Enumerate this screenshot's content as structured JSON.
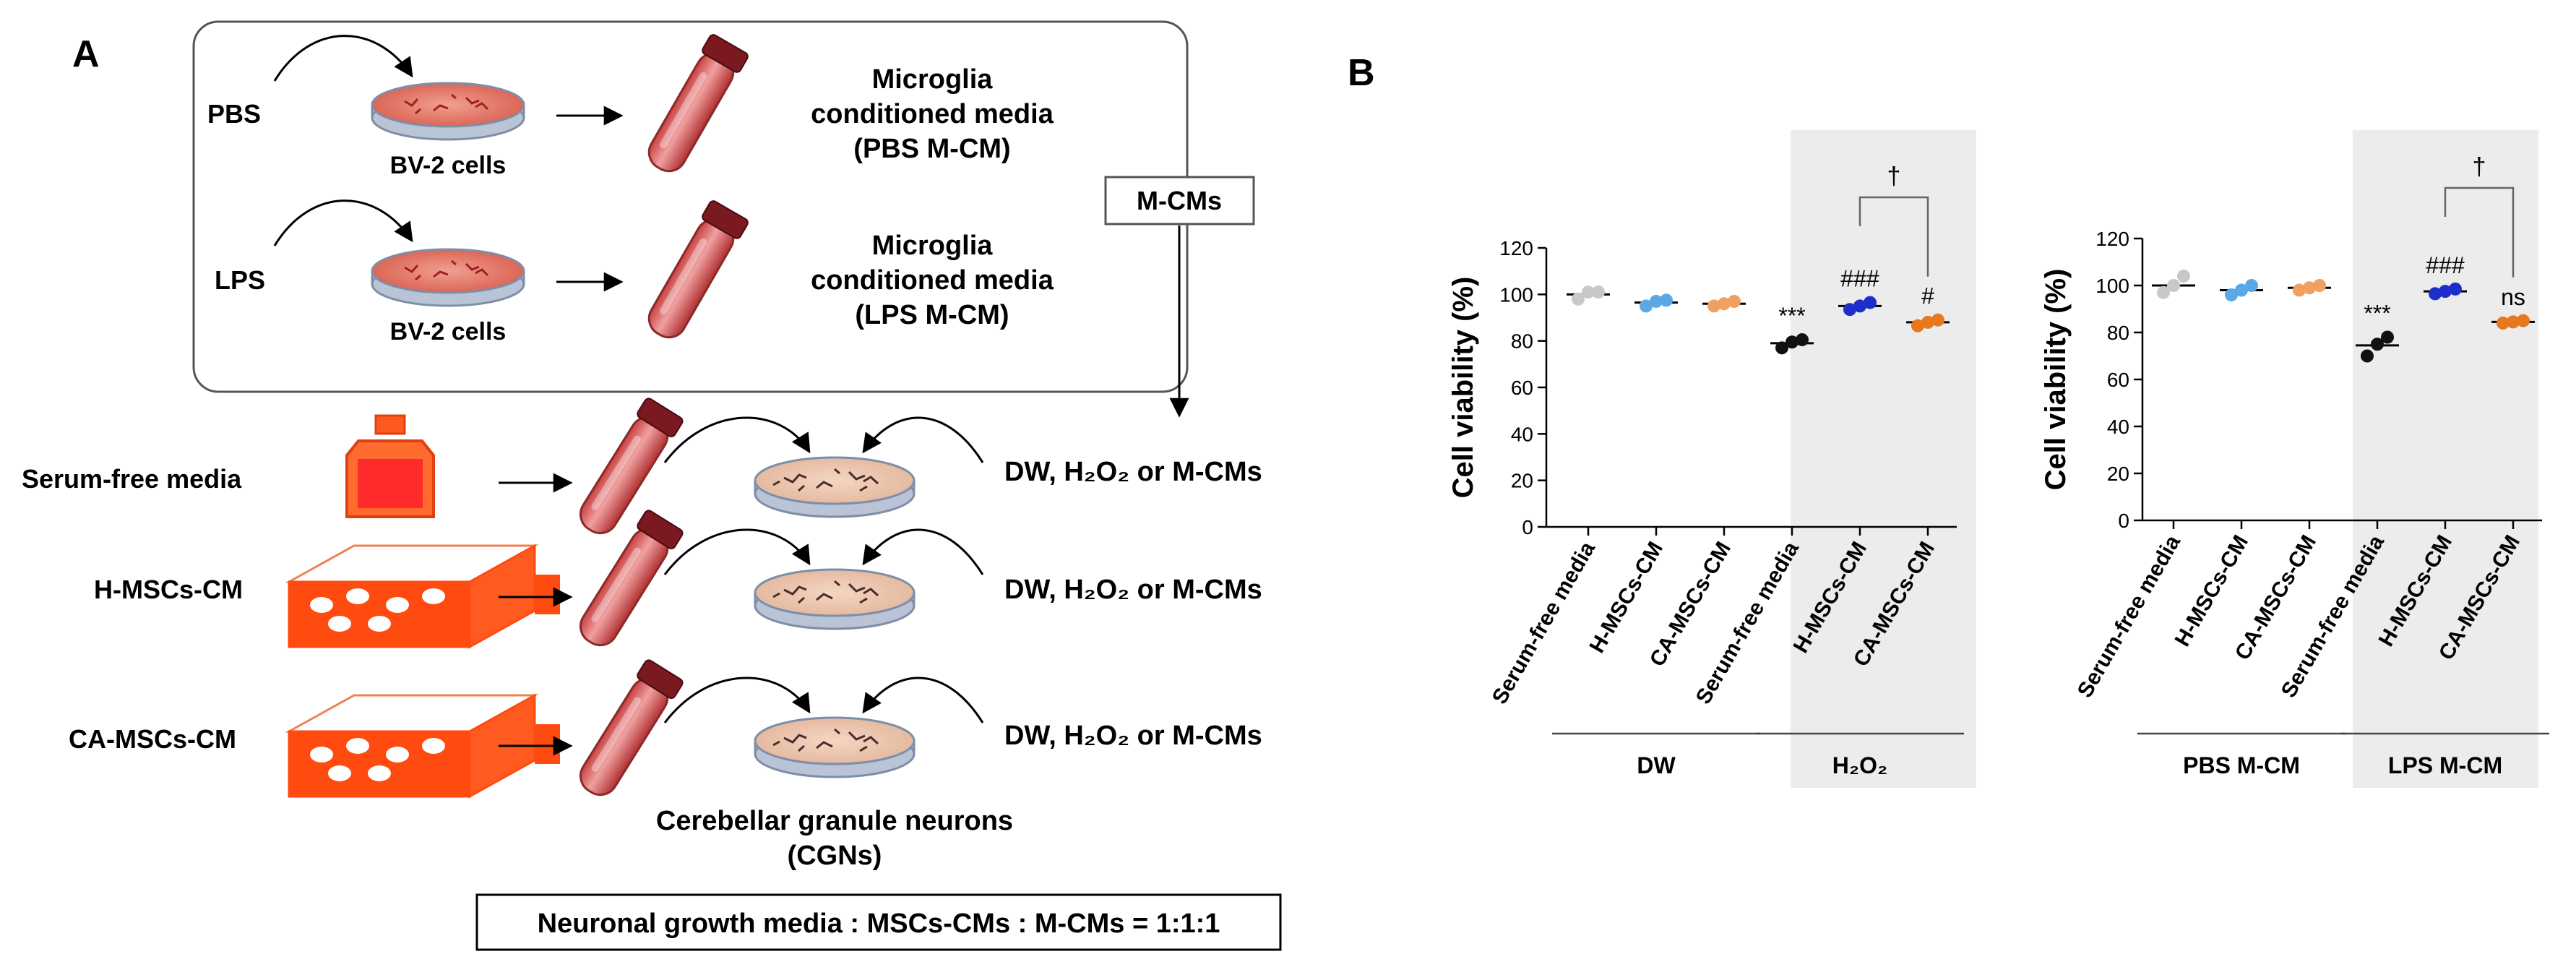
{
  "panel_a": {
    "label": "A",
    "pbs_label": "PBS",
    "lps_label": "LPS",
    "bv2_label_1": "BV-2 cells",
    "bv2_label_2": "BV-2 cells",
    "mcm_pbs_line1": "Microglia",
    "mcm_pbs_line2": "conditioned media",
    "mcm_pbs_line3": "(PBS M-CM)",
    "mcm_lps_line1": "Microglia",
    "mcm_lps_line2": "conditioned media",
    "mcm_lps_line3": "(LPS M-CM)",
    "mcms_box": "M-CMs",
    "rows": [
      {
        "label": "Serum-free media",
        "treatment": "DW, H₂O₂ or M-CMs"
      },
      {
        "label": "H-MSCs-CM",
        "treatment": "DW, H₂O₂ or M-CMs"
      },
      {
        "label": "CA-MSCs-CM",
        "treatment": "DW, H₂O₂ or M-CMs"
      }
    ],
    "cgn_line1": "Cerebellar granule neurons",
    "cgn_line2": "(CGNs)",
    "ratio_box": "Neuronal growth media : MSCs-CMs : M-CMs = 1:1:1"
  },
  "panel_b": {
    "label": "B"
  },
  "chart_data": [
    {
      "type": "scatter",
      "ylabel": "Cell viability (%)",
      "ylim": [
        0,
        120
      ],
      "yticks": [
        0,
        20,
        40,
        60,
        80,
        100,
        120
      ],
      "categories": [
        "Serum-free media",
        "H-MSCs-CM",
        "CA-MSCs-CM",
        "Serum-free media",
        "H-MSCs-CM",
        "CA-MSCs-CM"
      ],
      "groups": [
        {
          "label": "DW",
          "from": 0,
          "to": 2,
          "shaded": false
        },
        {
          "label": "H₂O₂",
          "from": 3,
          "to": 5,
          "shaded": true
        }
      ],
      "series": [
        {
          "color": "#c8c8c8",
          "mean": 100,
          "points": [
            98,
            101,
            101
          ]
        },
        {
          "color": "#5aa8e6",
          "mean": 96.5,
          "points": [
            95,
            97,
            97.5
          ]
        },
        {
          "color": "#f0a060",
          "mean": 96,
          "points": [
            95,
            96,
            97
          ]
        },
        {
          "color": "#111111",
          "mean": 79,
          "points": [
            77,
            79.5,
            80.5
          ]
        },
        {
          "color": "#1c2fc8",
          "mean": 95,
          "points": [
            93.5,
            95,
            96.5
          ]
        },
        {
          "color": "#e8781e",
          "mean": 88,
          "points": [
            86.5,
            88,
            89
          ]
        }
      ],
      "annotations": [
        {
          "index": 3,
          "text": "***"
        },
        {
          "index": 4,
          "text": "###"
        },
        {
          "index": 5,
          "text": "#"
        }
      ],
      "bracket": {
        "from": 4,
        "to": 5,
        "text": "†"
      }
    },
    {
      "type": "scatter",
      "ylabel": "Cell viability (%)",
      "ylim": [
        0,
        120
      ],
      "yticks": [
        0,
        20,
        40,
        60,
        80,
        100,
        120
      ],
      "categories": [
        "Serum-free media",
        "H-MSCs-CM",
        "CA-MSCs-CM",
        "Serum-free media",
        "H-MSCs-CM",
        "CA-MSCs-CM"
      ],
      "groups": [
        {
          "label": "PBS M-CM",
          "from": 0,
          "to": 2,
          "shaded": false
        },
        {
          "label": "LPS M-CM",
          "from": 3,
          "to": 5,
          "shaded": true
        }
      ],
      "series": [
        {
          "color": "#c8c8c8",
          "mean": 100,
          "points": [
            97,
            100,
            104
          ]
        },
        {
          "color": "#5aa8e6",
          "mean": 98,
          "points": [
            96,
            98,
            100
          ]
        },
        {
          "color": "#f0a060",
          "mean": 99,
          "points": [
            98,
            99,
            100
          ]
        },
        {
          "color": "#111111",
          "mean": 74.5,
          "points": [
            70,
            75,
            78
          ]
        },
        {
          "color": "#1c2fc8",
          "mean": 97.5,
          "points": [
            96.5,
            97.5,
            98.5
          ]
        },
        {
          "color": "#e8781e",
          "mean": 84.5,
          "points": [
            84,
            84.5,
            85
          ]
        }
      ],
      "annotations": [
        {
          "index": 3,
          "text": "***"
        },
        {
          "index": 4,
          "text": "###"
        },
        {
          "index": 5,
          "text": "ns"
        }
      ],
      "bracket": {
        "from": 4,
        "to": 5,
        "text": "†"
      }
    }
  ]
}
